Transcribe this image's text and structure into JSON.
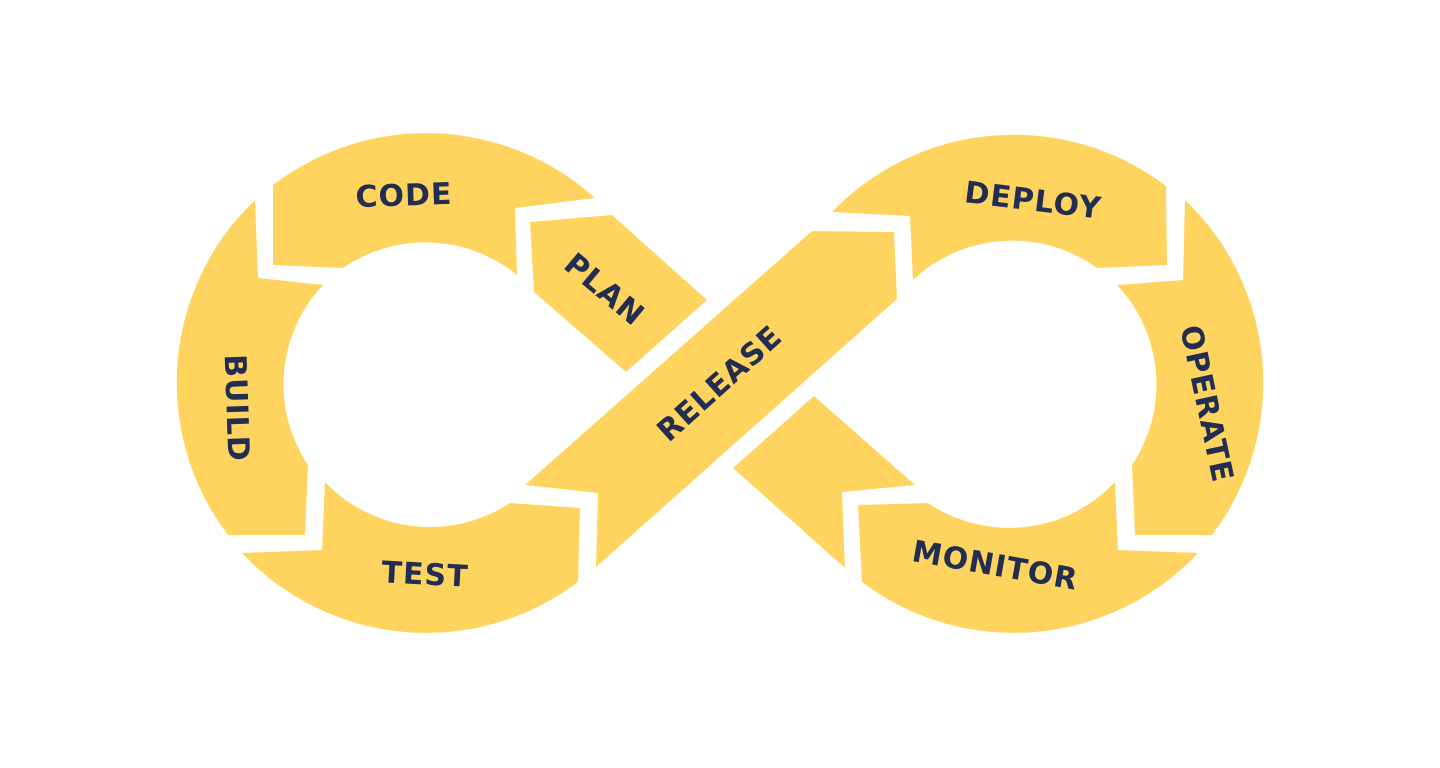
{
  "diagram": {
    "title": "DevOps infinity loop",
    "colors": {
      "segment": "#FFD45E",
      "text": "#222D52",
      "background": "#FFFFFF"
    },
    "stages": [
      {
        "id": "plan",
        "label": "PLAN"
      },
      {
        "id": "code",
        "label": "CODE"
      },
      {
        "id": "build",
        "label": "BUILD"
      },
      {
        "id": "test",
        "label": "TEST"
      },
      {
        "id": "release",
        "label": "RELEASE"
      },
      {
        "id": "deploy",
        "label": "DEPLOY"
      },
      {
        "id": "operate",
        "label": "OPERATE"
      },
      {
        "id": "monitor",
        "label": "MONITOR"
      }
    ]
  }
}
